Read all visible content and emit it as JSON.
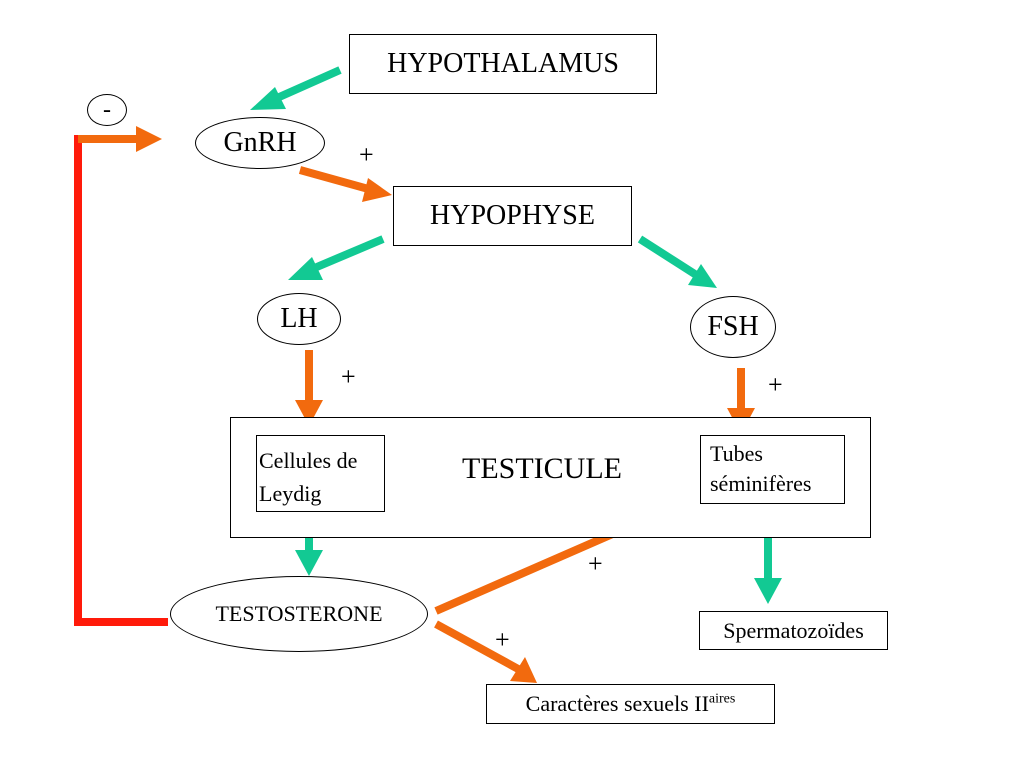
{
  "nodes": {
    "hypothalamus": "HYPOTHALAMUS",
    "gnrh": "GnRH",
    "hypophyse": "HYPOPHYSE",
    "lh": "LH",
    "fsh": "FSH",
    "testicule": "TESTICULE",
    "leydig_line1": "Cellules de",
    "leydig_line2": "Leydig",
    "tubes_line1": "Tubes",
    "tubes_line2": "séminifères",
    "testosterone": "TESTOSTERONE",
    "spermatozoides": "Spermatozoïdes",
    "caracteres_base": "Caractères sexuels II",
    "caracteres_sup": "aires"
  },
  "signs": {
    "negative_feedback": "-",
    "gnrh_to_hypophyse": "+",
    "lh_to_leydig": "+",
    "fsh_to_tubes": "+",
    "testosterone_to_tubes": "+",
    "testosterone_to_caracteres": "+"
  },
  "colors": {
    "green_arrow": "#12c993",
    "orange_arrow": "#f26a0e",
    "red_feedback": "#ff1a0a"
  }
}
